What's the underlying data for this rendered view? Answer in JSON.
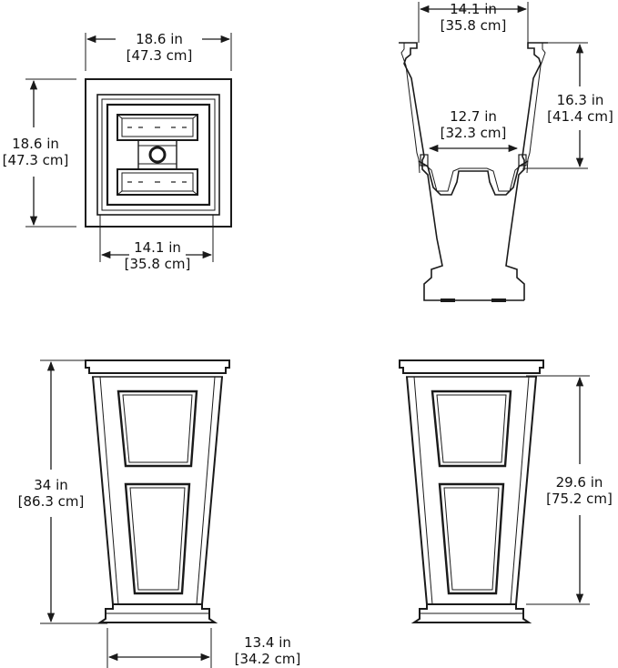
{
  "dimensions": {
    "top_view": {
      "width": {
        "imperial": "18.6 in",
        "metric": "[47.3 cm]"
      },
      "depth": {
        "imperial": "18.6 in",
        "metric": "[47.3 cm]"
      },
      "inner_width": {
        "imperial": "14.1 in",
        "metric": "[35.8 cm]"
      }
    },
    "section_view": {
      "top_width": {
        "imperial": "14.1 in",
        "metric": "[35.8 cm]"
      },
      "reservoir_depth": {
        "imperial": "16.3 in",
        "metric": "[41.4 cm]"
      },
      "insert_width": {
        "imperial": "12.7 in",
        "metric": "[32.3 cm]"
      }
    },
    "front_view": {
      "height": {
        "imperial": "34 in",
        "metric": "[86.3 cm]"
      },
      "base_width": {
        "imperial": "13.4 in",
        "metric": "[34.2 cm]"
      }
    },
    "side_view": {
      "inner_height": {
        "imperial": "29.6 in",
        "metric": "[75.2 cm]"
      }
    }
  },
  "colors": {
    "line": "#1a1a1a",
    "background": "#ffffff"
  }
}
